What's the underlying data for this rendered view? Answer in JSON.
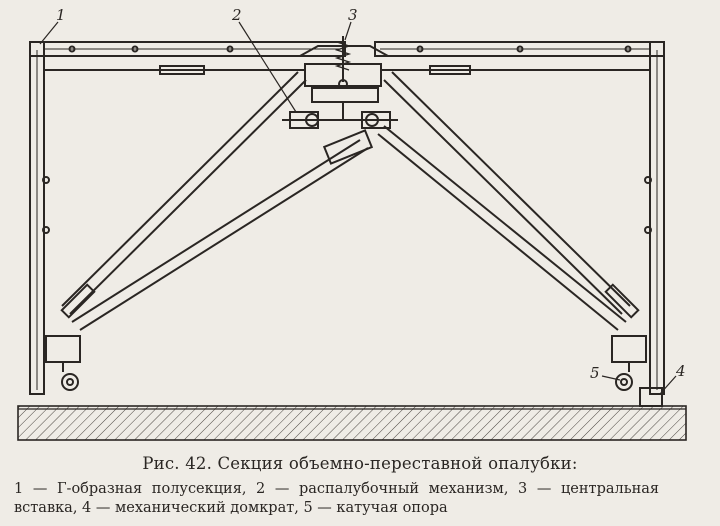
{
  "figure": {
    "labels": {
      "one": "1",
      "two": "2",
      "three": "3",
      "four": "4",
      "five": "5"
    }
  },
  "caption": {
    "title": "Рис. 42. Секция объемно-переставной опалубки:",
    "legend_line1": "1 — Г-образная полусекция,  2 — распалубочный механизм,  3 — центральная",
    "legend_line2": "вставка, 4 — механический домкрат, 5 — катучая опора"
  }
}
